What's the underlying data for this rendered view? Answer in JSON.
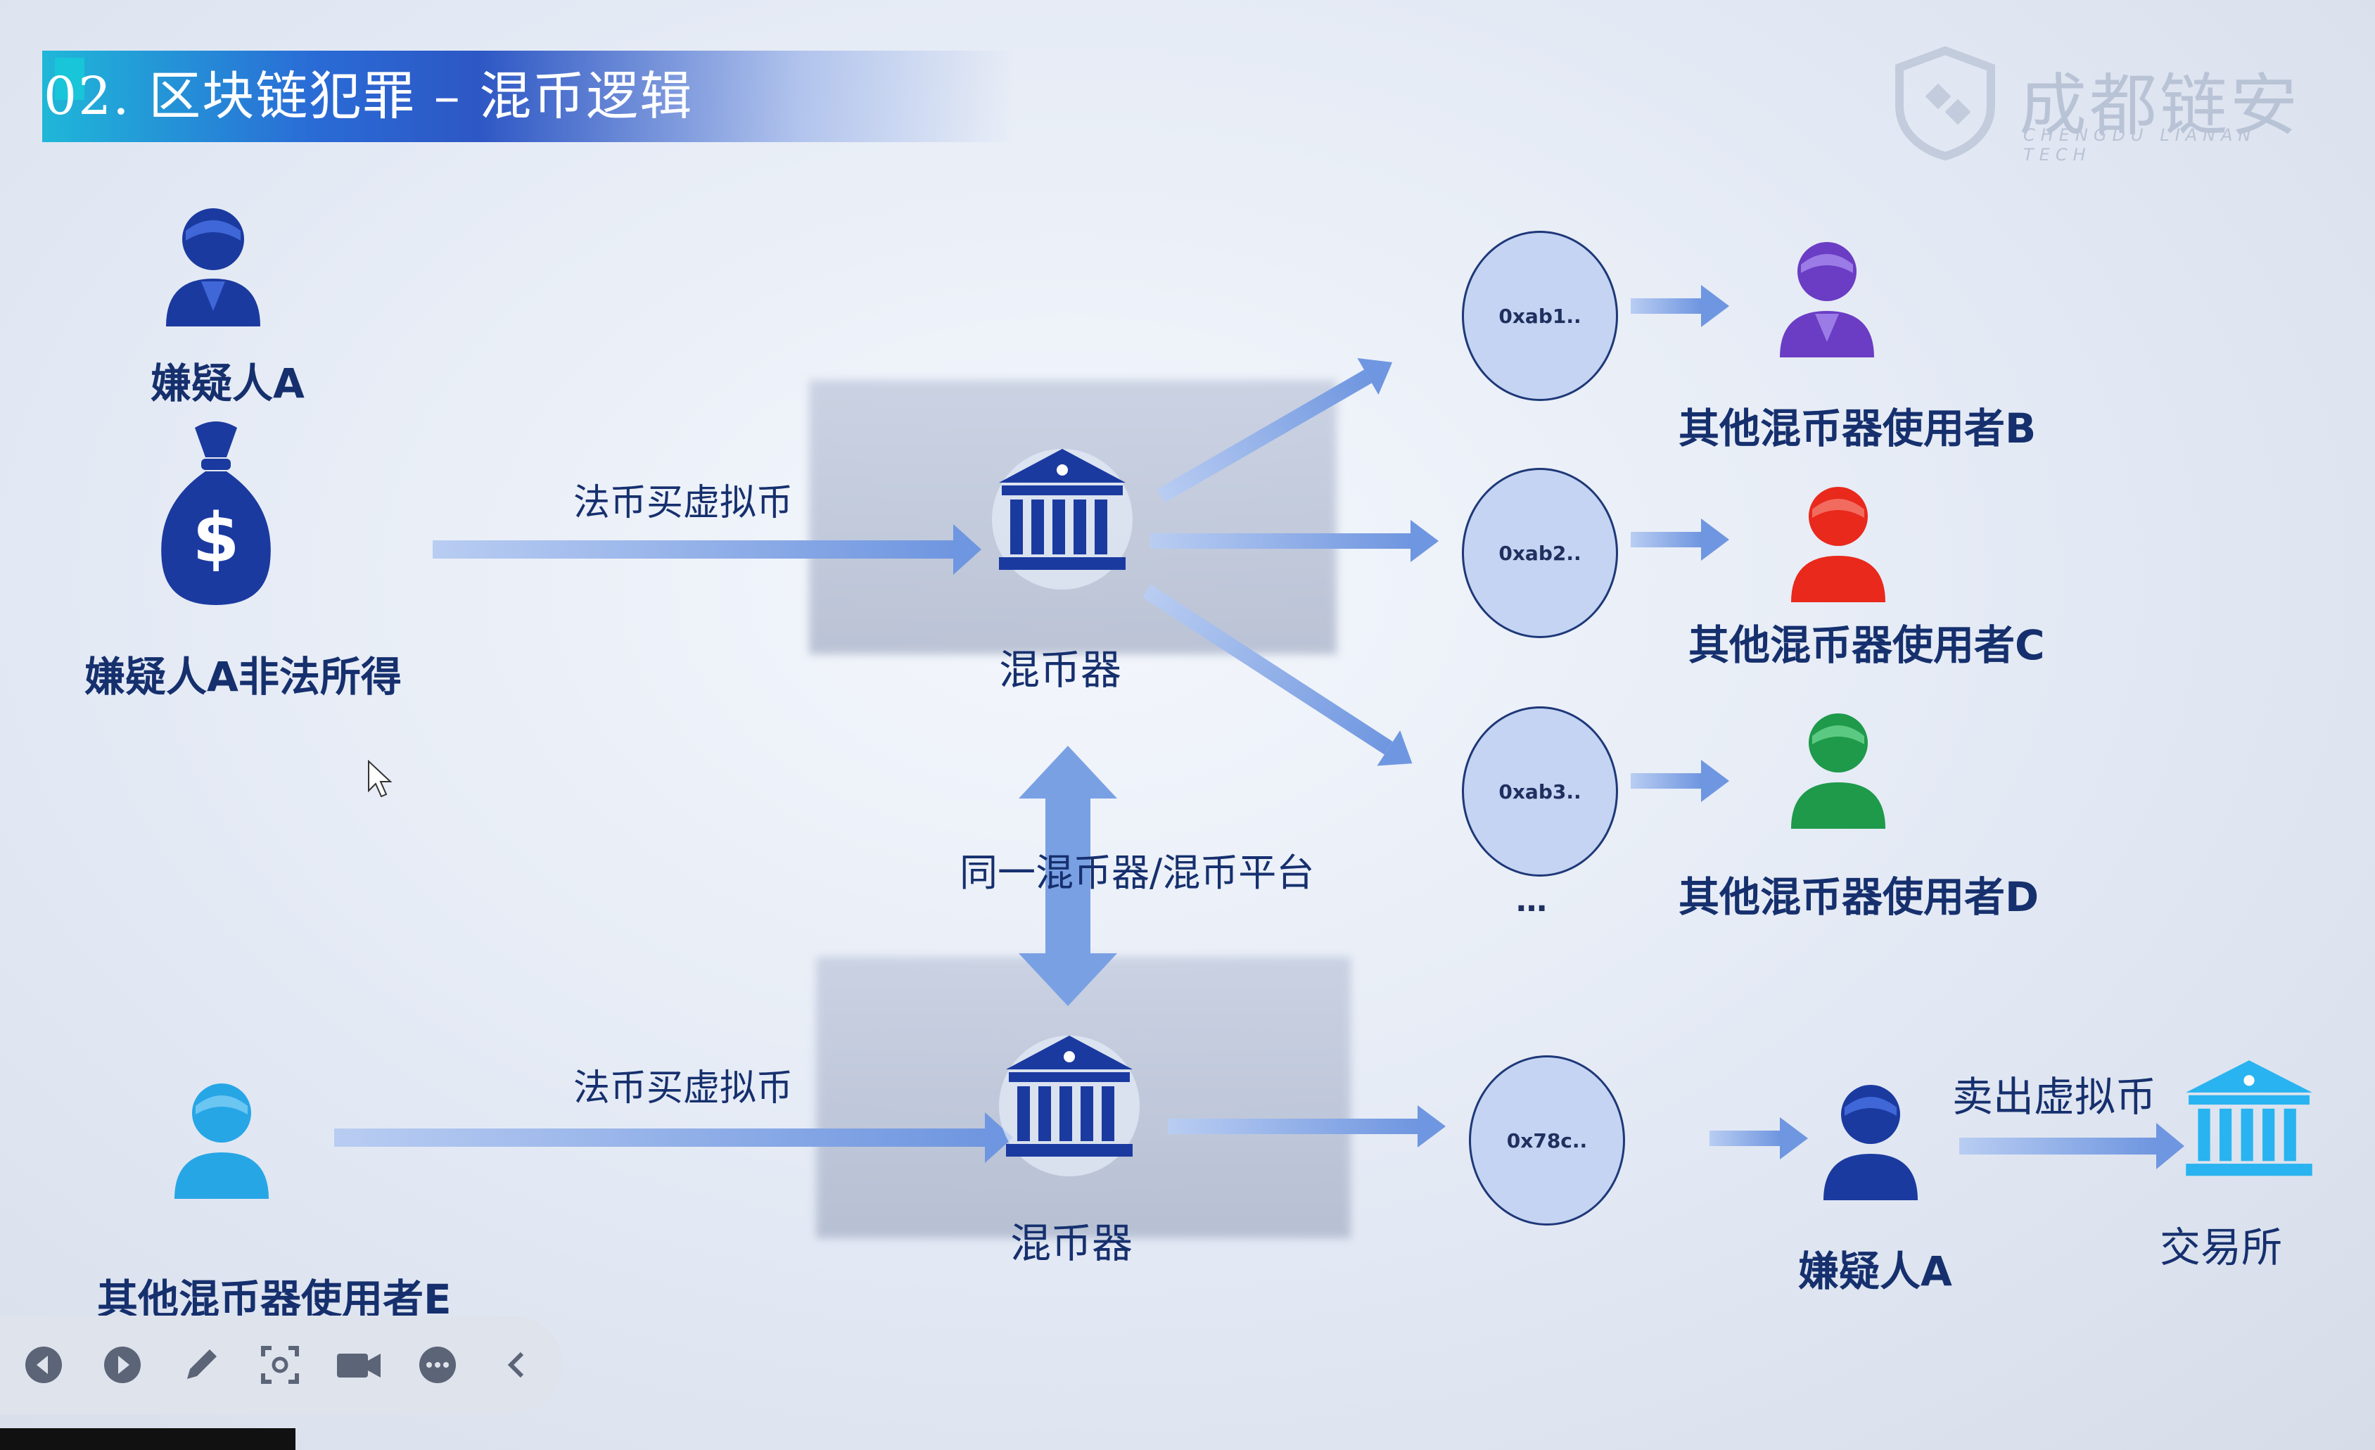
{
  "slide": {
    "title": "02. 区块链犯罪  –  混币逻辑",
    "logo": {
      "name": "成都链安",
      "subtitle": "CHENGDU LIANAN TECH"
    }
  },
  "nodes": {
    "suspect_a_top": "嫌疑人A",
    "illegal_gains": "嫌疑人A非法所得",
    "fiat_to_crypto_top": "法币买虚拟币",
    "mixer_top": "混币器",
    "same_mixer": "同一混币器/混币平台",
    "fiat_to_crypto_bottom": "法币买虚拟币",
    "mixer_bottom": "混币器",
    "user_b": "其他混币器使用者B",
    "user_c": "其他混币器使用者C",
    "user_d": "其他混币器使用者D",
    "user_e": "其他混币器使用者E",
    "suspect_a_bottom": "嫌疑人A",
    "sell_crypto": "卖出虚拟币",
    "exchange": "交易所",
    "ellipsis": "…"
  },
  "addresses": {
    "addr1": "0xab1..",
    "addr2": "0xab2..",
    "addr3": "0xab3..",
    "addr4": "0x78c.."
  },
  "toolbar": {
    "buttons": [
      "prev-icon",
      "next-icon",
      "pen-icon",
      "screenshot-icon",
      "camera-icon",
      "more-icon",
      "collapse-icon"
    ]
  },
  "colors": {
    "navy": "#16306e",
    "person_navy": "#1b3aa0",
    "person_purple": "#6a3dc4",
    "person_red": "#e8291c",
    "person_green": "#1e9a4a",
    "person_cyan": "#27a6e6",
    "arrow": "#7ea2e6",
    "exchange": "#29b3f0"
  }
}
